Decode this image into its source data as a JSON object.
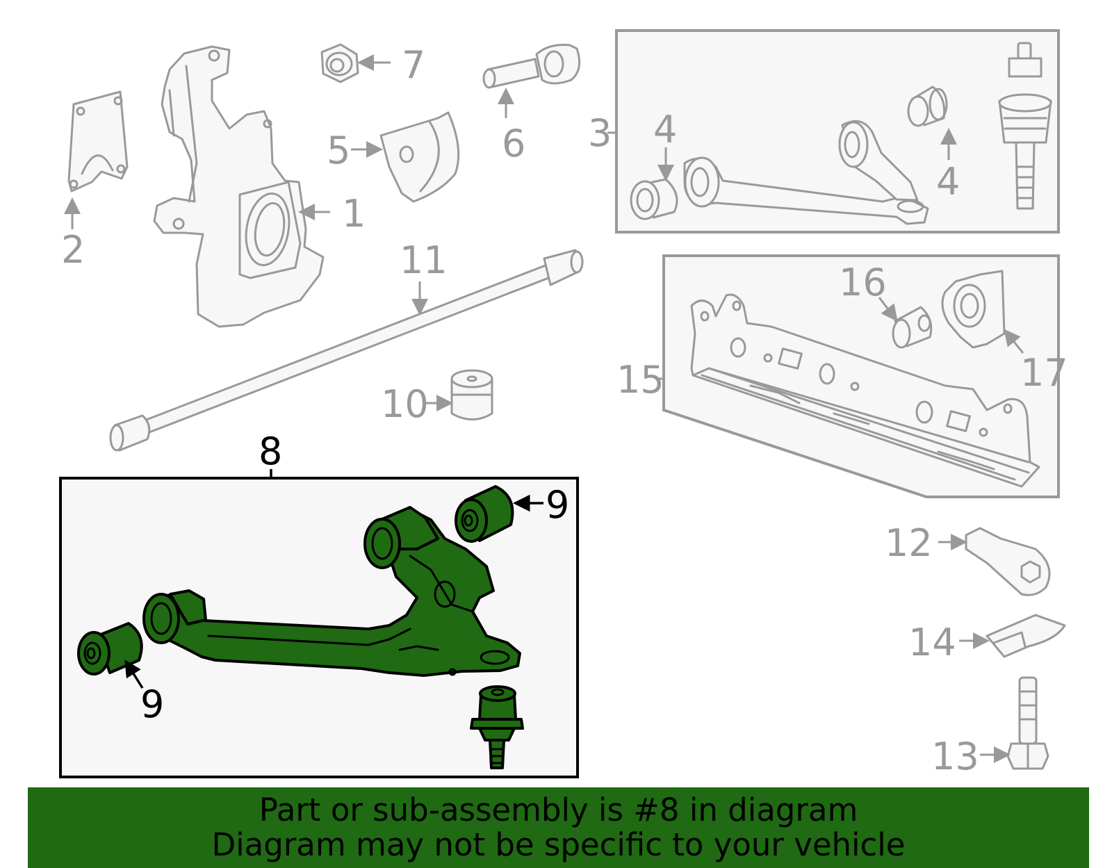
{
  "callouts": {
    "c1": "1",
    "c2": "2",
    "c3": "3",
    "c4a": "4",
    "c4b": "4",
    "c5": "5",
    "c6": "6",
    "c7": "7",
    "c8": "8",
    "c9a": "9",
    "c9b": "9",
    "c10": "10",
    "c11": "11",
    "c12": "12",
    "c13": "13",
    "c14": "14",
    "c15": "15",
    "c16": "16",
    "c17": "17"
  },
  "highlight": {
    "part_number": "8",
    "color": "#1f6a12"
  },
  "colors": {
    "part_outline": "#999999",
    "highlight_fill": "#1f6a12",
    "panel_fill": "#f7f7f7"
  },
  "footer": {
    "line1": "Part or sub-assembly is #8 in diagram",
    "line2": "Diagram may not be specific to your vehicle"
  }
}
